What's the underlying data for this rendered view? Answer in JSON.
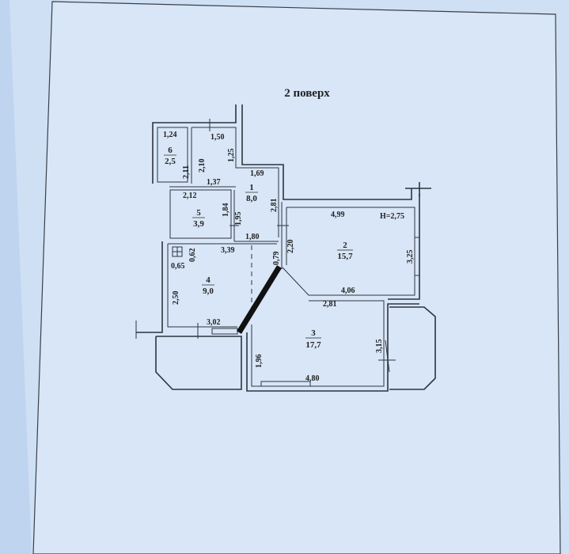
{
  "title": "2 поверх",
  "height_label": "H=2,75",
  "rooms": [
    {
      "number": "1",
      "area": "8,0"
    },
    {
      "number": "2",
      "area": "15,7"
    },
    {
      "number": "3",
      "area": "17,7"
    },
    {
      "number": "4",
      "area": "9,0"
    },
    {
      "number": "5",
      "area": "3,9"
    },
    {
      "number": "6",
      "area": "2,5"
    }
  ],
  "dimensions": [
    "1,24",
    "1,50",
    "1,25",
    "2,11",
    "2,10",
    "1,69",
    "1,37",
    "2,81",
    "2,12",
    "1,84",
    "1,95",
    "1,80",
    "4,99",
    "2,20",
    "0,62",
    "3,39",
    "0,79",
    "3,25",
    "0,65",
    "4,06",
    "2,81",
    "2,50",
    "3,02",
    "3,15",
    "1,96",
    "4,80"
  ],
  "colors": {
    "paper": "#d8e6f7",
    "background": "#c9dcf3",
    "lines": "#2e3440",
    "marker": "#111111"
  }
}
